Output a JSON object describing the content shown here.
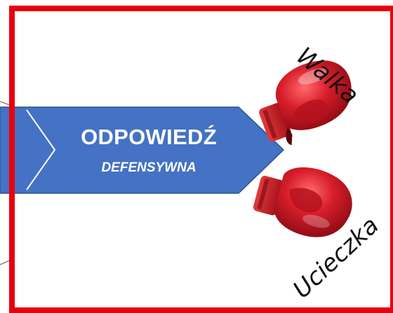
{
  "response": {
    "title": "ODPOWIEDŹ",
    "subtitle": "DEFENSYWNA"
  },
  "options": {
    "fight": "Walka",
    "flight": "Ucieczka"
  },
  "colors": {
    "frame": "#e8000d",
    "arrow": "#4472c4",
    "arrow_edge": "#2f528f",
    "glove": "#c8102e"
  },
  "icons": [
    "boxing-glove-icon",
    "boxing-glove-icon"
  ]
}
